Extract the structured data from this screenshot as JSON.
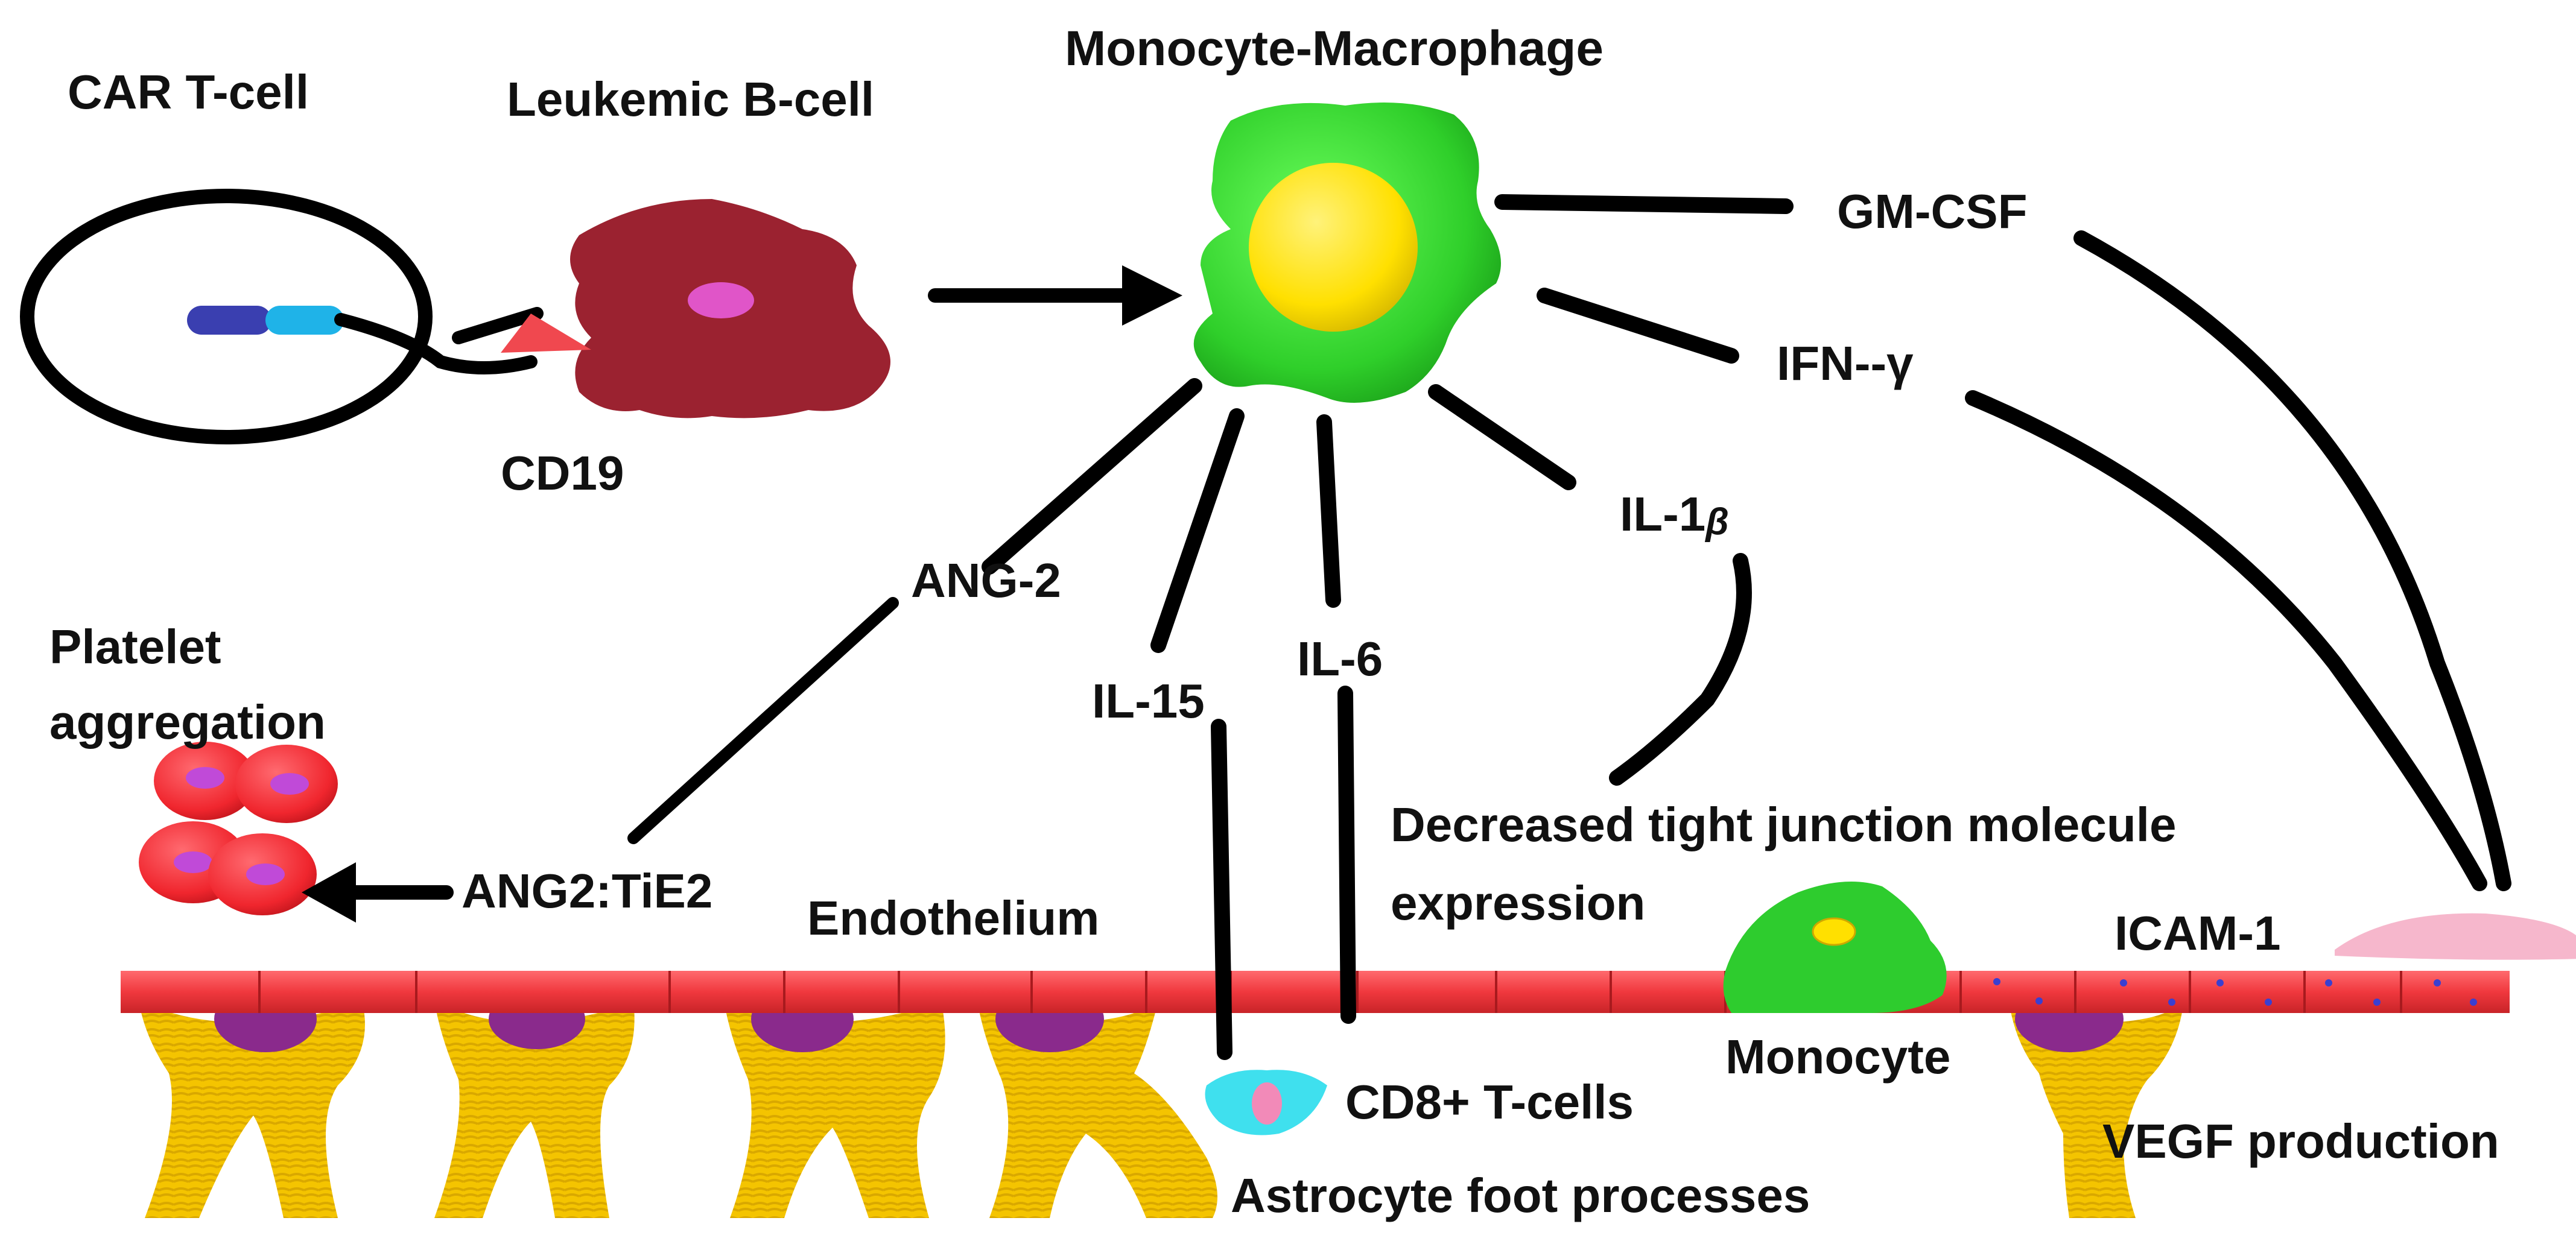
{
  "labels": {
    "car_t_cell": "CAR T-cell",
    "leukemic_b_cell": "Leukemic B-cell",
    "cd19": "CD19",
    "monocyte_macrophage": "Monocyte-Macrophage",
    "gm_csf": "GM-CSF",
    "ifn_gamma": "IFN--γ",
    "il_1_prefix": "IL-1",
    "il_1_beta": "β",
    "ang_2": "ANG-2",
    "il_15": "IL-15",
    "il_6": "IL-6",
    "platelet_line1": "Platelet",
    "platelet_line2": "aggregation",
    "ang2_tie2": "ANG2:TiE2",
    "endothelium": "Endothelium",
    "tight_junction_line1": "Decreased tight junction molecule",
    "tight_junction_line2": "expression",
    "icam_1": "ICAM-1",
    "monocyte": "Monocyte",
    "cd8_t_cells": "CD8+ T-cells",
    "astrocyte_foot_processes": "Astrocyte foot processes",
    "vegf_production": "VEGF production"
  },
  "colors": {
    "macrophage": "#2ecc2e",
    "nucleus": "#ffe000",
    "b_cell": "#9b2230",
    "b_cell_nucleus": "#e055c8",
    "cd19": "#f0484f",
    "receptor_dark": "#3a3fb0",
    "receptor_light": "#1fb3e8",
    "endothelium": "#f0383e",
    "astrocyte": "#f2c200",
    "astrocyte_nucleus": "#8a2a8c",
    "platelet": "#f0262e",
    "platelet_core": "#c04ad8",
    "icam": "#f6b7cc",
    "cd8": "#3fe0ee",
    "connector": "#000000"
  }
}
